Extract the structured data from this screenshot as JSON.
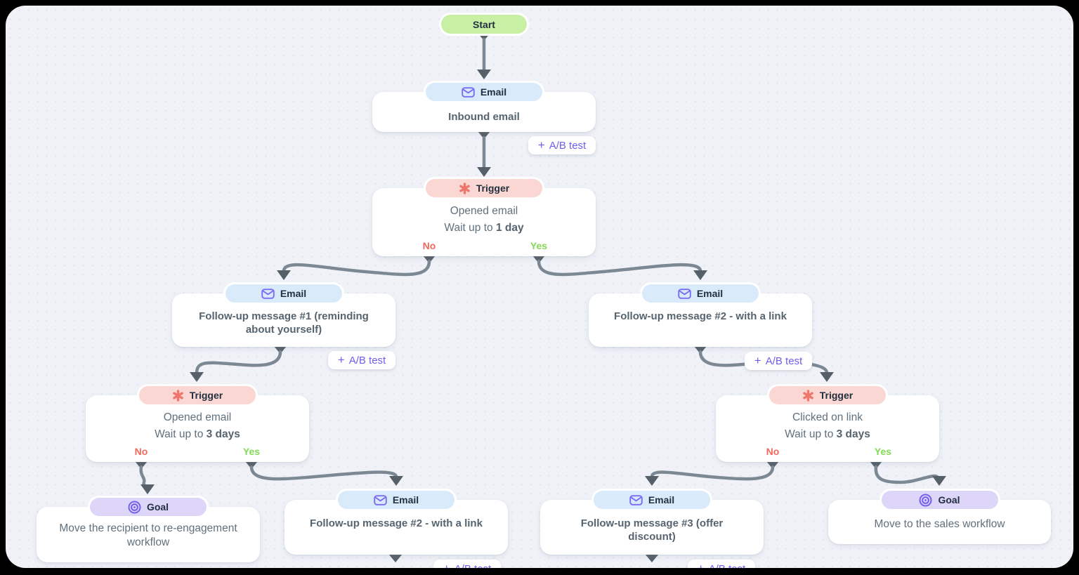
{
  "canvas": {
    "bg": "#f0f2f8",
    "frame": "#000000"
  },
  "palette": {
    "canvas_bg": "#f0f2f8",
    "start_pill": "#c8f0a4",
    "email_pill": "#d9eafb",
    "trigger_pill": "#fad7d3",
    "goal_pill": "#ddd6f8",
    "connector": "#7c8994",
    "arrowhead": "#566069",
    "yes_color": "#82d955",
    "no_color": "#f2685c",
    "accent_purple": "#6d5ef0"
  },
  "labels": {
    "start": "Start",
    "email": "Email",
    "trigger": "Trigger",
    "goal": "Goal",
    "plus": "+",
    "ab_test": "A/B test",
    "no": "No",
    "yes": "Yes"
  },
  "nodes": {
    "inbound": {
      "title": "Inbound email"
    },
    "trigger_1": {
      "line1": "Opened email",
      "wait_prefix": "Wait up to ",
      "wait_bold": "1 day"
    },
    "followup_1": {
      "title": "Follow-up message #1 (reminding about yourself)"
    },
    "trigger_2": {
      "line1": "Opened email",
      "wait_prefix": "Wait up to ",
      "wait_bold": "3 days"
    },
    "goal_reengagement": {
      "title": "Move the recipient to re-engagement workflow"
    },
    "followup_2_mid": {
      "title": "Follow-up message #2  - with a link"
    },
    "followup_2_right": {
      "title": "Follow-up message #2  - with a link"
    },
    "trigger_3": {
      "line1": "Clicked on link",
      "wait_prefix": "Wait up to ",
      "wait_bold": "3 days"
    },
    "followup_3": {
      "title": "Follow-up message #3 (offer discount)"
    },
    "goal_sales": {
      "title": "Move to the sales workflow"
    }
  }
}
